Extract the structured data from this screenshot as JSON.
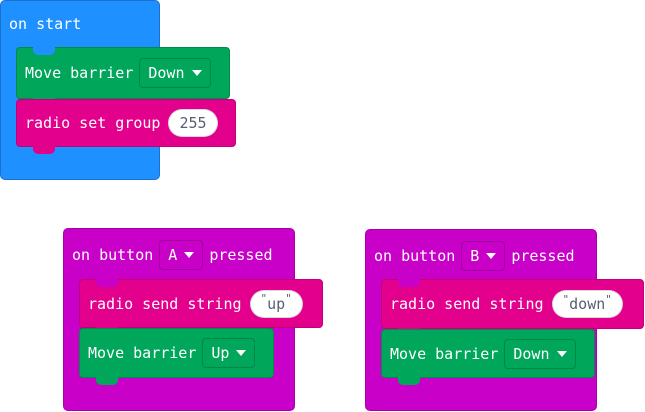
{
  "colors": {
    "events": "#1e90ff",
    "game": "#00a65a",
    "radio": "#e3008c",
    "buttons": "#c800c8"
  },
  "on_start": {
    "label": "on start",
    "move_barrier": {
      "label": "Move barrier",
      "direction": "Down"
    },
    "radio_set_group": {
      "label": "radio set group",
      "value": "255"
    }
  },
  "button_a": {
    "label_prefix": "on button",
    "button": "A",
    "label_suffix": "pressed",
    "radio_send": {
      "label": "radio send string",
      "open_quote": "\"",
      "value": "up",
      "close_quote": "\""
    },
    "move_barrier": {
      "label": "Move barrier",
      "direction": "Up"
    }
  },
  "button_b": {
    "label_prefix": "on button",
    "button": "B",
    "label_suffix": "pressed",
    "radio_send": {
      "label": "radio send string",
      "open_quote": "\"",
      "value": "down",
      "close_quote": "\""
    },
    "move_barrier": {
      "label": "Move barrier",
      "direction": "Down"
    }
  }
}
